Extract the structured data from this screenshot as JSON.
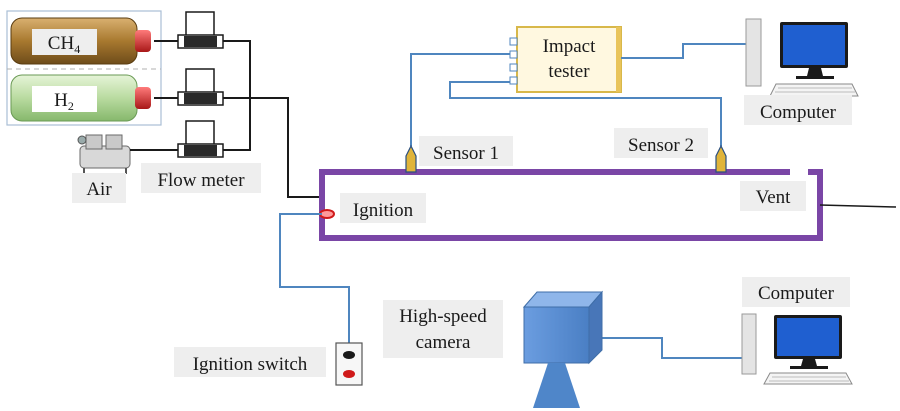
{
  "labels": {
    "ch4_base": "CH",
    "ch4_sub": "4",
    "h2_base": "H",
    "h2_sub": "2",
    "air": "Air",
    "flow_meter": "Flow meter",
    "impact_tester_line1": "Impact",
    "impact_tester_line2": "tester",
    "computer_top": "Computer",
    "sensor1": "Sensor 1",
    "sensor2": "Sensor 2",
    "ignition": "Ignition",
    "vent": "Vent",
    "high_speed_camera_line1": "High-speed",
    "high_speed_camera_line2": "camera",
    "computer_bottom": "Computer",
    "ignition_switch": "Ignition switch"
  },
  "colors": {
    "signal_line": "#4f86bf",
    "gas_line": "#1a1a1a",
    "chamber": "#7a46a6",
    "ch4_cylinder": "#a8792f",
    "h2_cylinder": "#b9dba0",
    "valve": "#c8282d",
    "camera": "#5b8fd0",
    "monitor": "#1f5fd0"
  }
}
